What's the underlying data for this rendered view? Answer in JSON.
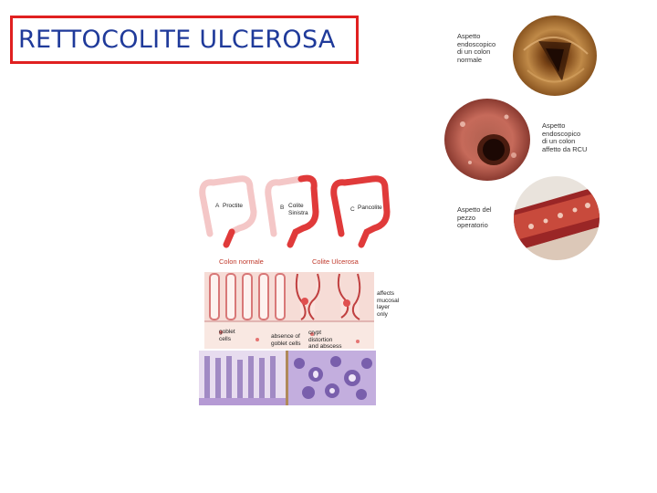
{
  "title": "RETTOCOLITE ULCEROSA",
  "colors": {
    "title_text": "#1f3a9a",
    "title_border": "#e02020",
    "inflamed": "#e03a3a"
  },
  "endoscopy": {
    "normal_caption": "Aspetto\nendoscopico\ndi un colon\nnormale",
    "rcu_caption": "Aspetto\nendoscopico\ndi un colon\naffetto da RCU",
    "specimen_caption": "Aspetto del\npezzo\noperatorio"
  },
  "colon_extent": {
    "labels": [
      "Proctite",
      "Colite Sinistra",
      "Pancolite"
    ],
    "letters": [
      "A",
      "B",
      "C"
    ]
  },
  "histology": {
    "normal_header": "Colon normale",
    "uc_header": "Colite Ulcerosa",
    "label_goblet": "goblet\ncells",
    "label_absence": "absence of\ngoblet cells",
    "label_crypt": "crypt\ndistortion\nand abscess",
    "label_mucosal": "affects\nmucosal\nlayer\nonly"
  }
}
